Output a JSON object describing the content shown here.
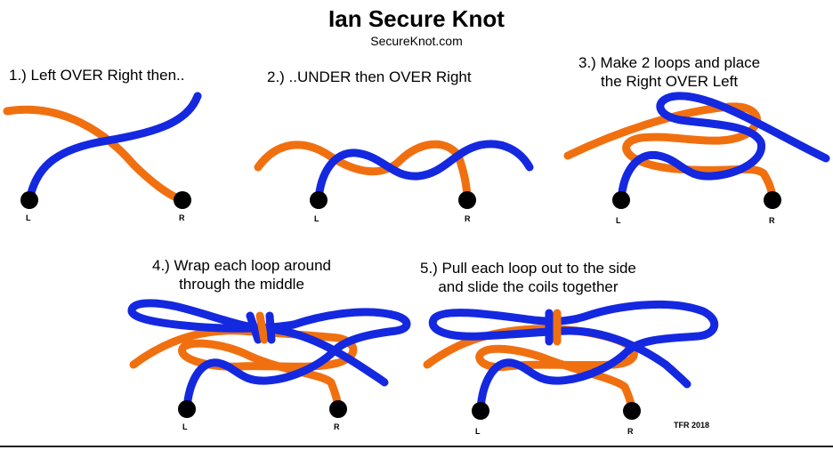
{
  "title": "Ian Secure Knot",
  "subtitle": "SecureKnot.com",
  "steps": [
    {
      "text": "1.) Left OVER Right then.."
    },
    {
      "text": "2.) ..UNDER then OVER Right"
    },
    {
      "text": "3.) Make 2 loops and place\nthe Right OVER Left"
    },
    {
      "text": "4.) Wrap each loop around\nthrough the middle"
    },
    {
      "text": "5.) Pull each loop out to the side\nand slide the coils together"
    }
  ],
  "labels": {
    "left": "L",
    "right": "R"
  },
  "credit": "TFR 2018",
  "colors": {
    "left_lace": "#1428e0",
    "right_lace": "#f07010",
    "anchor": "#000000"
  }
}
